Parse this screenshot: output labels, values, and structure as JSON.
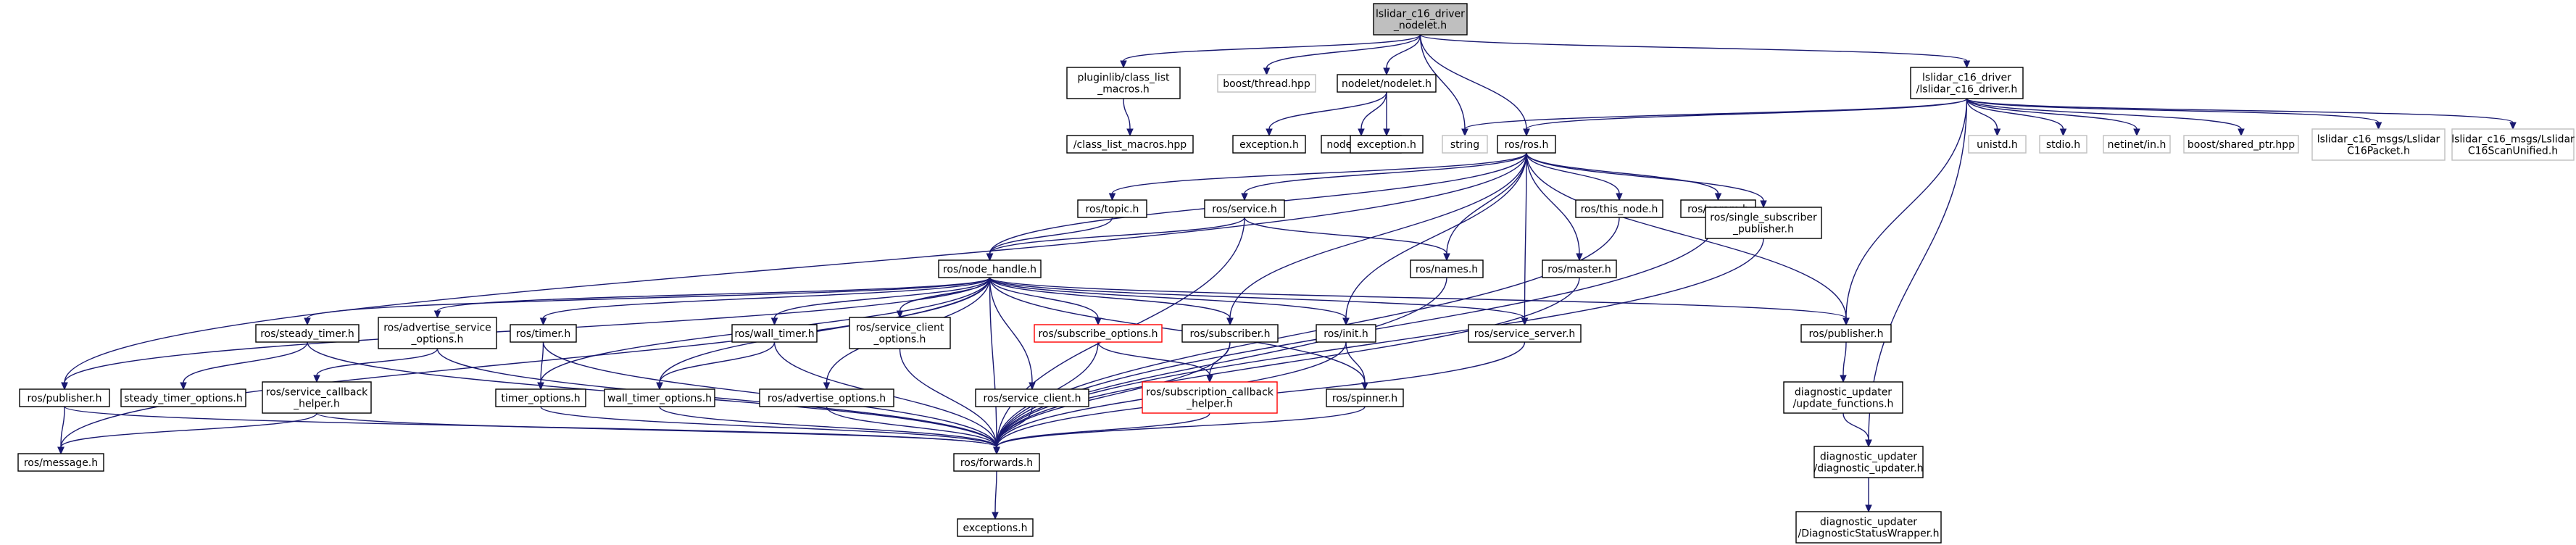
{
  "colors": {
    "edge": "#191970",
    "node_border": "#000000",
    "node_border_gray": "#bfbfbf",
    "node_border_red": "#ff0000",
    "node_fill": "#ffffff",
    "root_fill": "#bfbfbf",
    "text": "#000000"
  },
  "nodes": [
    {
      "id": "root",
      "label": [
        "lslidar_c16_driver",
        "_nodelet.h"
      ],
      "style": "root"
    },
    {
      "id": "pluginlib",
      "label": [
        "pluginlib/class_list",
        "_macros.h"
      ],
      "style": "normal"
    },
    {
      "id": "boostthread",
      "label": [
        "boost/thread.hpp"
      ],
      "style": "gray"
    },
    {
      "id": "nodelet",
      "label": [
        "nodelet/nodelet.h"
      ],
      "style": "normal"
    },
    {
      "id": "driverh",
      "label": [
        "lslidar_c16_driver",
        "/lslidar_c16_driver.h"
      ],
      "style": "normal"
    },
    {
      "id": "classlisthpp",
      "label": [
        "/class_list_macros.hpp"
      ],
      "style": "normal"
    },
    {
      "id": "exception1",
      "label": [
        "exception.h"
      ],
      "style": "normal"
    },
    {
      "id": "nodeletdecl",
      "label": [
        "nodeletdecl.h"
      ],
      "style": "normal"
    },
    {
      "id": "exception2",
      "label": [
        "exception.h"
      ],
      "style": "normal"
    },
    {
      "id": "string",
      "label": [
        "string"
      ],
      "style": "gray"
    },
    {
      "id": "rosh",
      "label": [
        "ros/ros.h"
      ],
      "style": "normal"
    },
    {
      "id": "unistd",
      "label": [
        "unistd.h"
      ],
      "style": "gray"
    },
    {
      "id": "stdio",
      "label": [
        "stdio.h"
      ],
      "style": "gray"
    },
    {
      "id": "netinet",
      "label": [
        "netinet/in.h"
      ],
      "style": "gray"
    },
    {
      "id": "sharedptr",
      "label": [
        "boost/shared_ptr.hpp"
      ],
      "style": "gray"
    },
    {
      "id": "packet",
      "label": [
        "lslidar_c16_msgs/Lslidar",
        "C16Packet.h"
      ],
      "style": "gray"
    },
    {
      "id": "scanunified",
      "label": [
        "lslidar_c16_msgs/Lslidar",
        "C16ScanUnified.h"
      ],
      "style": "gray"
    },
    {
      "id": "topic",
      "label": [
        "ros/topic.h"
      ],
      "style": "normal"
    },
    {
      "id": "service",
      "label": [
        "ros/service.h"
      ],
      "style": "normal"
    },
    {
      "id": "thisnode",
      "label": [
        "ros/this_node.h"
      ],
      "style": "normal"
    },
    {
      "id": "param",
      "label": [
        "ros/param.h"
      ],
      "style": "normal"
    },
    {
      "id": "singlesub",
      "label": [
        "ros/single_subscriber",
        "_publisher.h"
      ],
      "style": "normal"
    },
    {
      "id": "nodehandle",
      "label": [
        "ros/node_handle.h"
      ],
      "style": "normal"
    },
    {
      "id": "names",
      "label": [
        "ros/names.h"
      ],
      "style": "normal"
    },
    {
      "id": "master",
      "label": [
        "ros/master.h"
      ],
      "style": "normal"
    },
    {
      "id": "steadytimer",
      "label": [
        "ros/steady_timer.h"
      ],
      "style": "normal"
    },
    {
      "id": "advservopts",
      "label": [
        "ros/advertise_service",
        "_options.h"
      ],
      "style": "normal"
    },
    {
      "id": "timer",
      "label": [
        "ros/timer.h"
      ],
      "style": "normal"
    },
    {
      "id": "walltimer",
      "label": [
        "ros/wall_timer.h"
      ],
      "style": "normal"
    },
    {
      "id": "svcclientopts",
      "label": [
        "ros/service_client",
        "_options.h"
      ],
      "style": "normal"
    },
    {
      "id": "subopts",
      "label": [
        "ros/subscribe_options.h"
      ],
      "style": "red"
    },
    {
      "id": "subscriber",
      "label": [
        "ros/subscriber.h"
      ],
      "style": "normal"
    },
    {
      "id": "init",
      "label": [
        "ros/init.h"
      ],
      "style": "normal"
    },
    {
      "id": "svcserver",
      "label": [
        "ros/service_server.h"
      ],
      "style": "normal"
    },
    {
      "id": "publisher2",
      "label": [
        "ros/publisher.h"
      ],
      "style": "normal"
    },
    {
      "id": "publisher1",
      "label": [
        "ros/publisher.h"
      ],
      "style": "normal"
    },
    {
      "id": "steadytimeropts",
      "label": [
        "steady_timer_options.h"
      ],
      "style": "normal"
    },
    {
      "id": "svccbhelper",
      "label": [
        "ros/service_callback",
        "_helper.h"
      ],
      "style": "normal"
    },
    {
      "id": "timeropts",
      "label": [
        "timer_options.h"
      ],
      "style": "normal"
    },
    {
      "id": "walltimeropts",
      "label": [
        "wall_timer_options.h"
      ],
      "style": "normal"
    },
    {
      "id": "advopts",
      "label": [
        "ros/advertise_options.h"
      ],
      "style": "normal"
    },
    {
      "id": "svcclient",
      "label": [
        "ros/service_client.h"
      ],
      "style": "normal"
    },
    {
      "id": "subcbhelper",
      "label": [
        "ros/subscription_callback",
        "_helper.h"
      ],
      "style": "red"
    },
    {
      "id": "spinner",
      "label": [
        "ros/spinner.h"
      ],
      "style": "normal"
    },
    {
      "id": "diagupdfn",
      "label": [
        "diagnostic_updater",
        "/update_functions.h"
      ],
      "style": "normal"
    },
    {
      "id": "message",
      "label": [
        "ros/message.h"
      ],
      "style": "normal"
    },
    {
      "id": "forwards",
      "label": [
        "ros/forwards.h"
      ],
      "style": "normal"
    },
    {
      "id": "diagupd",
      "label": [
        "diagnostic_updater",
        "/diagnostic_updater.h"
      ],
      "style": "normal"
    },
    {
      "id": "exceptions",
      "label": [
        "exceptions.h"
      ],
      "style": "normal"
    },
    {
      "id": "diagwrap",
      "label": [
        "diagnostic_updater",
        "/DiagnosticStatusWrapper.h"
      ],
      "style": "normal"
    }
  ],
  "edges": [
    [
      "root",
      "pluginlib"
    ],
    [
      "root",
      "boostthread"
    ],
    [
      "root",
      "nodelet"
    ],
    [
      "root",
      "driverh"
    ],
    [
      "root",
      "string"
    ],
    [
      "root",
      "rosh"
    ],
    [
      "pluginlib",
      "classlisthpp"
    ],
    [
      "nodelet",
      "exception1"
    ],
    [
      "nodelet",
      "nodeletdecl"
    ],
    [
      "nodelet",
      "exception2"
    ],
    [
      "driverh",
      "string"
    ],
    [
      "driverh",
      "rosh"
    ],
    [
      "driverh",
      "unistd"
    ],
    [
      "driverh",
      "stdio"
    ],
    [
      "driverh",
      "netinet"
    ],
    [
      "driverh",
      "sharedptr"
    ],
    [
      "driverh",
      "packet"
    ],
    [
      "driverh",
      "scanunified"
    ],
    [
      "driverh",
      "publisher2"
    ],
    [
      "driverh",
      "diagupd"
    ],
    [
      "rosh",
      "topic"
    ],
    [
      "rosh",
      "service"
    ],
    [
      "rosh",
      "thisnode"
    ],
    [
      "rosh",
      "param"
    ],
    [
      "rosh",
      "singlesub"
    ],
    [
      "rosh",
      "nodehandle"
    ],
    [
      "rosh",
      "names"
    ],
    [
      "rosh",
      "master"
    ],
    [
      "rosh",
      "init"
    ],
    [
      "rosh",
      "svcserver"
    ],
    [
      "rosh",
      "subscriber"
    ],
    [
      "rosh",
      "publisher1"
    ],
    [
      "rosh",
      "publisher2"
    ],
    [
      "topic",
      "nodehandle"
    ],
    [
      "service",
      "nodehandle"
    ],
    [
      "service",
      "names"
    ],
    [
      "service",
      "forwards"
    ],
    [
      "thisnode",
      "forwards"
    ],
    [
      "param",
      "forwards"
    ],
    [
      "singlesub",
      "forwards"
    ],
    [
      "names",
      "forwards"
    ],
    [
      "master",
      "forwards"
    ],
    [
      "nodehandle",
      "steadytimer"
    ],
    [
      "nodehandle",
      "advservopts"
    ],
    [
      "nodehandle",
      "timer"
    ],
    [
      "nodehandle",
      "walltimer"
    ],
    [
      "nodehandle",
      "svcclientopts"
    ],
    [
      "nodehandle",
      "subopts"
    ],
    [
      "nodehandle",
      "subscriber"
    ],
    [
      "nodehandle",
      "init"
    ],
    [
      "nodehandle",
      "svcserver"
    ],
    [
      "nodehandle",
      "publisher1"
    ],
    [
      "nodehandle",
      "publisher2"
    ],
    [
      "nodehandle",
      "timeropts"
    ],
    [
      "nodehandle",
      "walltimeropts"
    ],
    [
      "nodehandle",
      "advopts"
    ],
    [
      "nodehandle",
      "svcclient"
    ],
    [
      "nodehandle",
      "spinner"
    ],
    [
      "nodehandle",
      "message"
    ],
    [
      "nodehandle",
      "forwards"
    ],
    [
      "steadytimer",
      "steadytimeropts"
    ],
    [
      "steadytimer",
      "forwards"
    ],
    [
      "advservopts",
      "svccbhelper"
    ],
    [
      "advservopts",
      "forwards"
    ],
    [
      "timer",
      "timeropts"
    ],
    [
      "timer",
      "forwards"
    ],
    [
      "walltimer",
      "walltimeropts"
    ],
    [
      "walltimer",
      "forwards"
    ],
    [
      "svcclientopts",
      "forwards"
    ],
    [
      "subopts",
      "subcbhelper"
    ],
    [
      "subopts",
      "forwards"
    ],
    [
      "subscriber",
      "subcbhelper"
    ],
    [
      "subscriber",
      "forwards"
    ],
    [
      "init",
      "spinner"
    ],
    [
      "init",
      "forwards"
    ],
    [
      "svcserver",
      "forwards"
    ],
    [
      "publisher1",
      "message"
    ],
    [
      "publisher1",
      "forwards"
    ],
    [
      "publisher2",
      "diagupdfn"
    ],
    [
      "svccbhelper",
      "message"
    ],
    [
      "svccbhelper",
      "forwards"
    ],
    [
      "timeropts",
      "forwards"
    ],
    [
      "walltimeropts",
      "forwards"
    ],
    [
      "advopts",
      "forwards"
    ],
    [
      "svcclient",
      "forwards"
    ],
    [
      "subcbhelper",
      "forwards"
    ],
    [
      "spinner",
      "forwards"
    ],
    [
      "diagupdfn",
      "diagupd"
    ],
    [
      "forwards",
      "exceptions"
    ],
    [
      "diagupd",
      "diagwrap"
    ]
  ]
}
